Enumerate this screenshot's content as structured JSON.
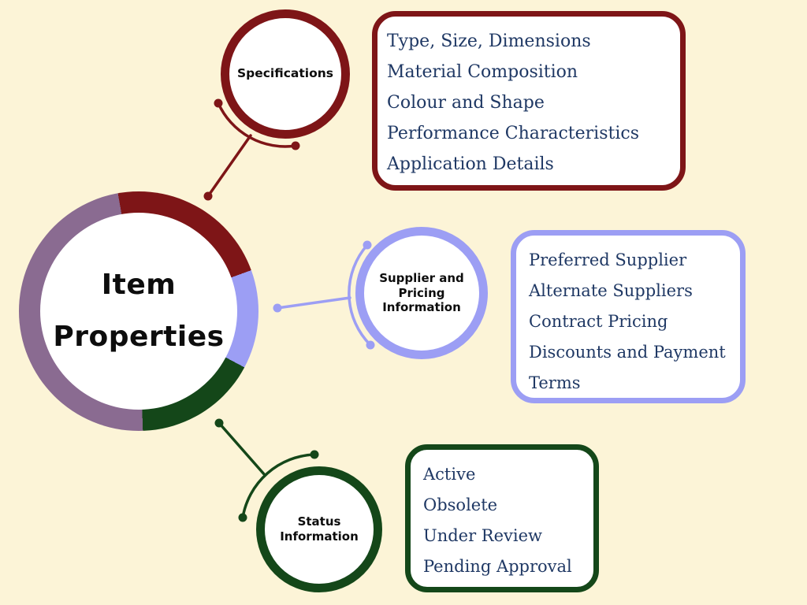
{
  "diagram": {
    "background_color": "#FCF4D7",
    "text_color": "#1F3864",
    "center": {
      "title": "Item Properties",
      "title_line1": "Item",
      "title_line2": "Properties",
      "ring_segments": [
        {
          "name": "specifications",
          "color": "#7E1517"
        },
        {
          "name": "supplier-and-pricing",
          "color": "#9C9EF4"
        },
        {
          "name": "status",
          "color": "#144719"
        },
        {
          "name": "remainder",
          "color": "#8A6B91"
        }
      ]
    },
    "branches": [
      {
        "label": "Specifications",
        "color": "#7E1517",
        "items": [
          "Type, Size, Dimensions",
          "Material Composition",
          "Colour and Shape",
          "Performance Characteristics",
          "Application Details"
        ]
      },
      {
        "label": "Supplier and Pricing Information",
        "color": "#9C9EF4",
        "items": [
          "Preferred Supplier",
          "Alternate Suppliers",
          "Contract Pricing",
          "Discounts and Payment Terms"
        ]
      },
      {
        "label": "Status Information",
        "color": "#144719",
        "items": [
          "Active",
          "Obsolete",
          "Under Review",
          "Pending Approval"
        ]
      }
    ]
  }
}
